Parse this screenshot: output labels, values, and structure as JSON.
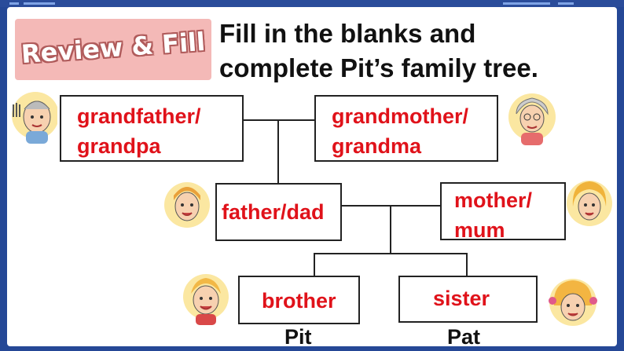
{
  "badge": {
    "label": "Review & Fill"
  },
  "instruction": {
    "line1": "Fill in the blanks and",
    "line2": "complete Pit’s family tree."
  },
  "tree": {
    "grandfather": {
      "line1": "grandfather/",
      "line2": "grandpa"
    },
    "grandmother": {
      "line1": "grandmother/",
      "line2": "grandma"
    },
    "father": {
      "label": "father/dad"
    },
    "mother": {
      "line1": "mother/",
      "line2": "mum"
    },
    "brother": {
      "label": "brother"
    },
    "sister": {
      "label": "sister"
    }
  },
  "names": {
    "pit": "Pit",
    "pat": "Pat"
  },
  "colors": {
    "answer": "#e0121a",
    "frame": "#254896",
    "badge": "#f4b9b7"
  },
  "icons": [
    "grandfather-avatar",
    "grandmother-avatar",
    "father-avatar",
    "mother-avatar",
    "brother-avatar",
    "sister-avatar"
  ]
}
